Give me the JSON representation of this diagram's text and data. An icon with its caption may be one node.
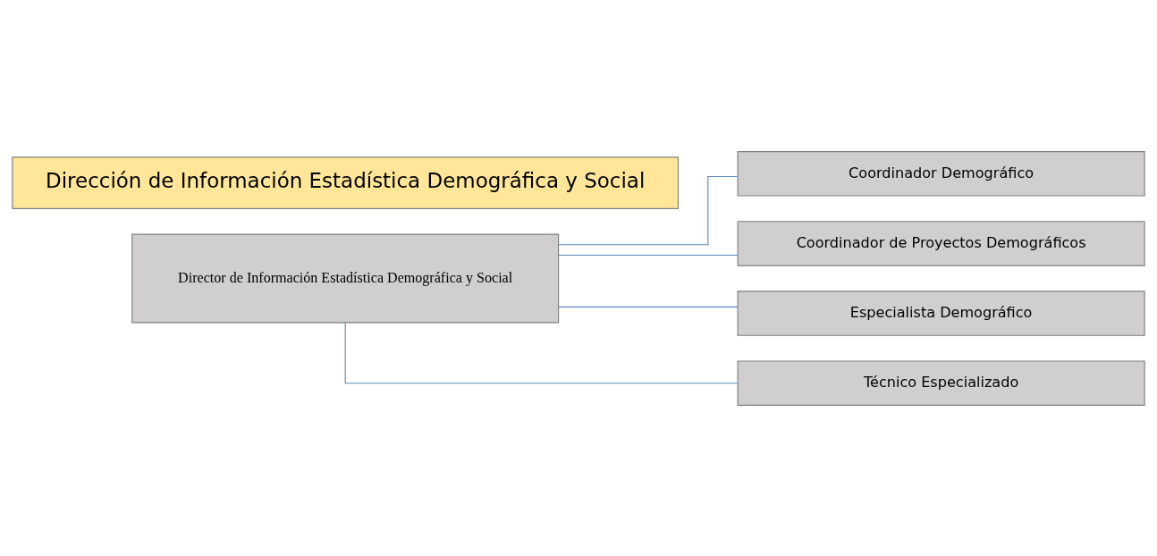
{
  "diagram": {
    "nodes": [
      {
        "text": [
          "Dirección de Información Estadística Demográfica y Social"
        ]
      },
      {
        "text": [
          "Director de Información Estadística Demográfica y Social"
        ]
      },
      {
        "text": [
          "Coordinador Demográfico"
        ]
      },
      {
        "text": [
          "Coordinador de Proyectos Demográficos"
        ]
      },
      {
        "text": [
          "Especialista Demográfico"
        ]
      },
      {
        "text": [
          "Técnico Especializado"
        ]
      }
    ],
    "edges": [
      {
        "from": 1,
        "to": 2,
        "arrow": "none"
      },
      {
        "from": 1,
        "to": 3,
        "arrow": "none"
      },
      {
        "from": 1,
        "to": 4,
        "arrow": "none"
      },
      {
        "from": 1,
        "to": 5,
        "arrow": "none"
      }
    ]
  }
}
